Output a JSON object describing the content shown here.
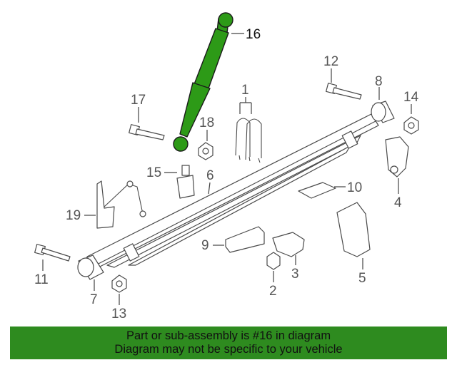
{
  "diagram": {
    "highlight_color": "#2d9a17",
    "highlighted_callout": "16",
    "callouts": {
      "c1": "1",
      "c2": "2",
      "c3": "3",
      "c4": "4",
      "c5": "5",
      "c6": "6",
      "c7": "7",
      "c8": "8",
      "c9": "9",
      "c10": "10",
      "c11": "11",
      "c12": "12",
      "c13": "13",
      "c14": "14",
      "c15": "15",
      "c16": "16",
      "c17": "17",
      "c18": "18",
      "c19": "19"
    }
  },
  "banner": {
    "background": "#2e8b1f",
    "line1": "Part or sub-assembly is #16 in diagram",
    "line2": "Diagram may not be specific to your vehicle"
  }
}
